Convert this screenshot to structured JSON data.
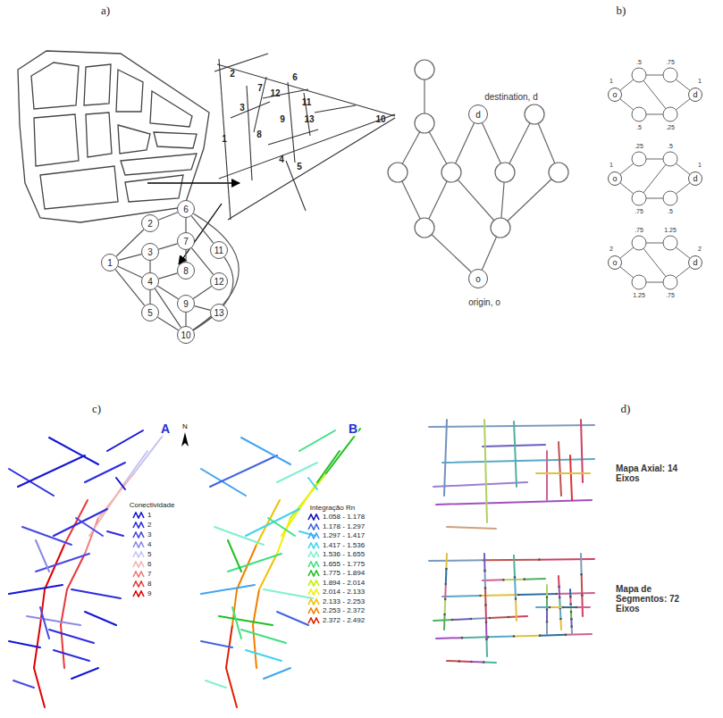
{
  "diagram": {
    "nodes": [
      {
        "text": [
          "1"
        ]
      },
      {
        "text": [
          "2"
        ]
      },
      {
        "text": [
          "3"
        ]
      },
      {
        "text": [
          "4"
        ]
      },
      {
        "text": [
          "5"
        ]
      },
      {
        "text": [
          "6"
        ]
      },
      {
        "text": [
          "7"
        ]
      },
      {
        "text": [
          "8"
        ]
      },
      {
        "text": [
          "9"
        ]
      },
      {
        "text": [
          "10"
        ]
      },
      {
        "text": [
          "11"
        ]
      },
      {
        "text": [
          "12"
        ]
      },
      {
        "text": [
          "13"
        ]
      },
      {
        "text": [
          "d"
        ]
      },
      {
        "text": [
          "o"
        ]
      },
      {
        "text": [
          "o"
        ]
      },
      {
        "text": [
          "d"
        ]
      },
      {
        "text": [
          "o"
        ]
      },
      {
        "text": [
          "d"
        ]
      },
      {
        "text": [
          "o"
        ]
      },
      {
        "text": [
          "d"
        ]
      }
    ],
    "edges": [
      {
        "from": 0,
        "to": 1,
        "arrow": "none"
      },
      {
        "from": 0,
        "to": 2,
        "arrow": "none"
      },
      {
        "from": 0,
        "to": 3,
        "arrow": "none"
      },
      {
        "from": 0,
        "to": 4,
        "arrow": "none"
      },
      {
        "from": 1,
        "to": 5,
        "arrow": "none"
      },
      {
        "from": 2,
        "to": 6,
        "arrow": "none"
      },
      {
        "from": 2,
        "to": 3,
        "arrow": "none"
      },
      {
        "from": 5,
        "to": 6,
        "arrow": "none"
      },
      {
        "from": 5,
        "to": 10,
        "arrow": "none"
      },
      {
        "from": 5,
        "to": 9,
        "arrow": "none"
      },
      {
        "from": 6,
        "to": 7,
        "arrow": "none"
      },
      {
        "from": 6,
        "to": 11,
        "arrow": "none"
      },
      {
        "from": 3,
        "to": 7,
        "arrow": "none"
      },
      {
        "from": 3,
        "to": 8,
        "arrow": "none"
      },
      {
        "from": 3,
        "to": 4,
        "arrow": "none"
      },
      {
        "from": 3,
        "to": 9,
        "arrow": "none"
      },
      {
        "from": 4,
        "to": 9,
        "arrow": "none"
      },
      {
        "from": 8,
        "to": 9,
        "arrow": "none"
      },
      {
        "from": 8,
        "to": 11,
        "arrow": "none"
      },
      {
        "from": 8,
        "to": 12,
        "arrow": "none"
      },
      {
        "from": 12,
        "to": 9,
        "arrow": "none"
      },
      {
        "from": 10,
        "to": 9,
        "arrow": "none"
      }
    ],
    "labels": [
      "a)",
      "b)",
      "2",
      "6",
      "7",
      "12",
      "11",
      "3",
      "9",
      "13",
      "10",
      "8",
      "1",
      "4",
      "5",
      "destination, d",
      "origin, o",
      "1",
      ".5",
      ".75",
      "1",
      ".5",
      ".25",
      "1",
      ".25",
      ".5",
      "1",
      ".75",
      ".5",
      "2",
      ".75",
      "1.25",
      "2",
      "1.25",
      ".75",
      "c)",
      "d)",
      "A",
      "N",
      "B",
      "Conectividade",
      "Integração Rn",
      "Mapa Axial: 14 Eixos",
      "Mapa de Segmentos: 72 Eixos"
    ],
    "legend": [
      {
        "text": "1",
        "color": "#1414d8"
      },
      {
        "text": "2",
        "color": "#2c2ce0"
      },
      {
        "text": "3",
        "color": "#4848e4"
      },
      {
        "text": "4",
        "color": "#8a8ae8"
      },
      {
        "text": "5",
        "color": "#c4c4f0"
      },
      {
        "text": "6",
        "color": "#f0b4b4"
      },
      {
        "text": "7",
        "color": "#f07a7a"
      },
      {
        "text": "8",
        "color": "#e83838"
      },
      {
        "text": "9",
        "color": "#e00000"
      },
      {
        "text": "1.058 - 1.178",
        "color": "#1010c0"
      },
      {
        "text": "1.178 - 1.297",
        "color": "#4064e0"
      },
      {
        "text": "1.297 - 1.417",
        "color": "#40a4f0"
      },
      {
        "text": "1.417 - 1.536",
        "color": "#40d4f0"
      },
      {
        "text": "1.536 - 1.655",
        "color": "#80f0d0"
      },
      {
        "text": "1.655 - 1.775",
        "color": "#40e080"
      },
      {
        "text": "1.775 - 1.894",
        "color": "#20c020"
      },
      {
        "text": "1.894 - 2.014",
        "color": "#c0f000"
      },
      {
        "text": "2.014 - 2.133",
        "color": "#f0f000"
      },
      {
        "text": "2.133 - 2.253",
        "color": "#f0c000"
      },
      {
        "text": "2.253 - 2.372",
        "color": "#f08000"
      },
      {
        "text": "2.372 - 2.492",
        "color": "#e02000"
      }
    ]
  }
}
